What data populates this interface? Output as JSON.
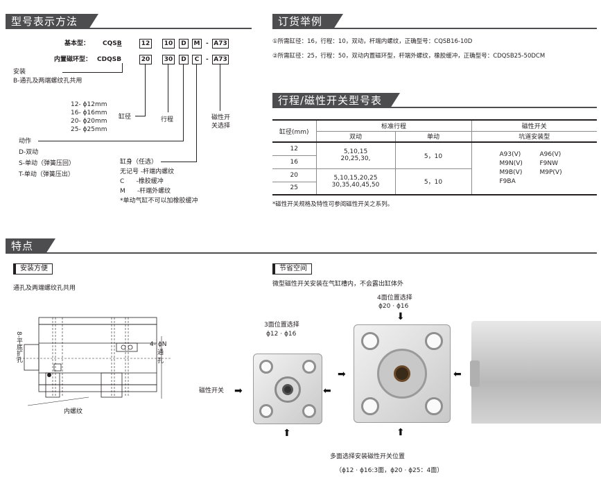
{
  "sections": {
    "model": "型号表示方法",
    "order": "订货举例",
    "switch": "行程/磁性开关型号表",
    "features": "特点"
  },
  "model": {
    "row1_label": "基本型：",
    "row1_prefix": "CQS",
    "row1_b": "B",
    "row1_bore": "12",
    "row1_stroke": "10",
    "row1_action": "D",
    "row1_opt": "M",
    "row1_dash": "-",
    "row1_switch": "A73",
    "row2_label": "内置磁环型：",
    "row2_prefix": "CDQS",
    "row2_b": "B",
    "row2_bore": "20",
    "row2_stroke": "30",
    "row2_action": "D",
    "row2_opt": "C",
    "row2_dash": "-",
    "row2_switch": "A73",
    "mount_title": "安装",
    "mount_desc": "B-通孔及两端螺纹孔共用",
    "bore_list": [
      "12- ϕ12mm",
      "16- ϕ16mm",
      "20- ϕ20mm",
      "25- ϕ25mm"
    ],
    "bore_label": "缸径",
    "stroke_label": "行程",
    "switch_label_1": "磁性开",
    "switch_label_2": "关选择",
    "action_title": "动作",
    "action_list": [
      "D-双动",
      "S-单动（弹簧压回）",
      "T-单动（弹簧压出）"
    ],
    "body_title": "缸身（任选）",
    "body_list": [
      "无记号 -杆端内螺纹",
      "C      -橡胶缓冲",
      "M      -杆端外螺纹",
      "*单动气缸不可以加橡胶缓冲"
    ]
  },
  "order": {
    "ex1": "①所需缸径：16，行程：10，双动，杆端内螺纹，正确型号：CQSB16-10D",
    "ex2": "②所需缸径：25，行程：50，双动内置磁环型，杆端外螺纹，橡胶缓冲，正确型号：CDQSB25-50DCM"
  },
  "switch_table": {
    "h_bore": "缸径(mm)",
    "h_std_stroke": "标准行程",
    "h_switch": "磁性开关",
    "h_double": "双动",
    "h_single": "单动",
    "h_groove": "坑道安装型",
    "bores": [
      "12",
      "16",
      "20",
      "25"
    ],
    "double_a": [
      "5,10,15",
      "20,25,30,"
    ],
    "single_a": "5，10",
    "double_b": [
      "5,10,15,20,25",
      "30,35,40,45,50"
    ],
    "single_b": "5，10",
    "switches": [
      "A93(V)",
      "A96(V)",
      "M9N(V)",
      "F9NW",
      "M9B(V)",
      "M9P(V)",
      "F9BA"
    ],
    "note": "*磁性开关规格及特性可参阅磁性开关之系列。"
  },
  "features": {
    "left_tab": "安装方便",
    "left_desc": "通孔及两端螺纹孔共用",
    "left_side_label": "8-平底扩孔",
    "left_right_label_1": "4- ϕN",
    "left_right_label_2": "通",
    "left_right_label_3": "孔",
    "left_bottom_label": "内螺纹",
    "right_tab": "节省空间",
    "right_desc": "微型磁性开关安装在气缸槽内，不会露出缸体外",
    "three_face_1": "3面位置选择",
    "three_face_2": "ϕ12 · ϕ16",
    "four_face_1": "4面位置选择",
    "four_face_2": "ϕ20 · ϕ16",
    "switch_label": "磁性开关",
    "bottom_1": "多面选择安装磁性开关位置",
    "bottom_2": "（ϕ12 · ϕ16:3面，ϕ20 · ϕ25：4面）"
  }
}
